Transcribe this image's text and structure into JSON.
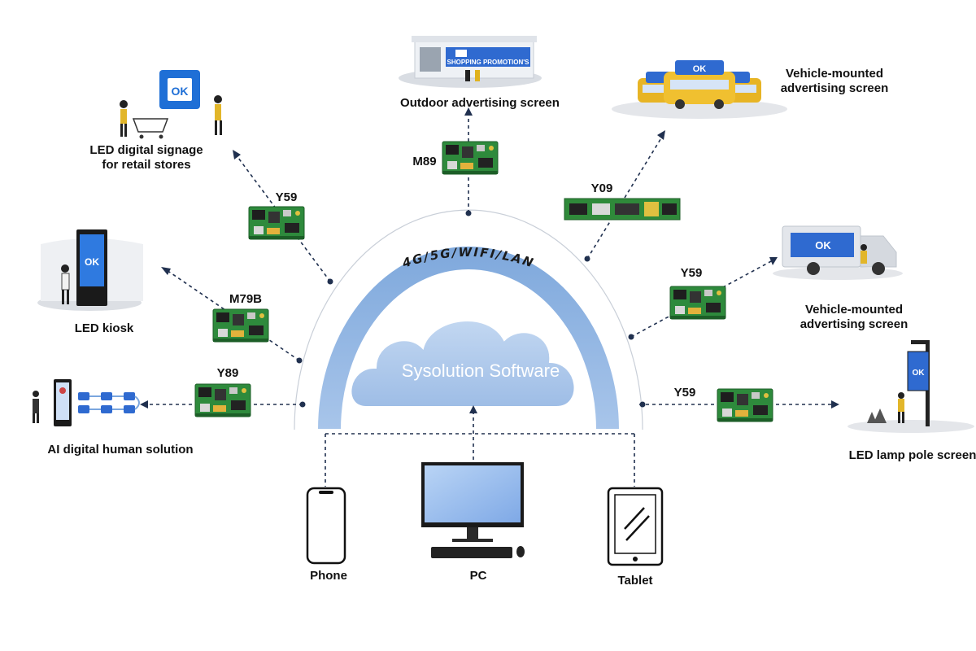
{
  "center": {
    "software_label": "Sysolution Software",
    "protocol_label": "4G/5G/WIFI/LAN"
  },
  "brand": {
    "logo_text": "OK"
  },
  "outputs": [
    {
      "title": "Outdoor advertising screen",
      "controller": "M89"
    },
    {
      "title_line1": "LED digital signage",
      "title_line2": "for retail stores",
      "controller": "Y59"
    },
    {
      "title_line1": "Vehicle-mounted",
      "title_line2": "advertising  screen",
      "controller": "Y09"
    },
    {
      "title": "LED kiosk",
      "controller": "M79B"
    },
    {
      "title_line1": "Vehicle-mounted",
      "title_line2": "advertising  screen",
      "controller": "Y59"
    },
    {
      "title": "AI digital human solution",
      "controller": "Y89"
    },
    {
      "title": "LED lamp pole screen",
      "controller": "Y59"
    }
  ],
  "inputs": [
    {
      "label": "Phone"
    },
    {
      "label": "PC"
    },
    {
      "label": "Tablet"
    }
  ],
  "store_sign": "SHOPPING PROMOTION'S",
  "colors": {
    "arch": "#8fb3df",
    "cloud": "#a9c6ea",
    "accent": "#1f6fd6",
    "board": "#2f8a3a",
    "dash": "#20304f"
  }
}
